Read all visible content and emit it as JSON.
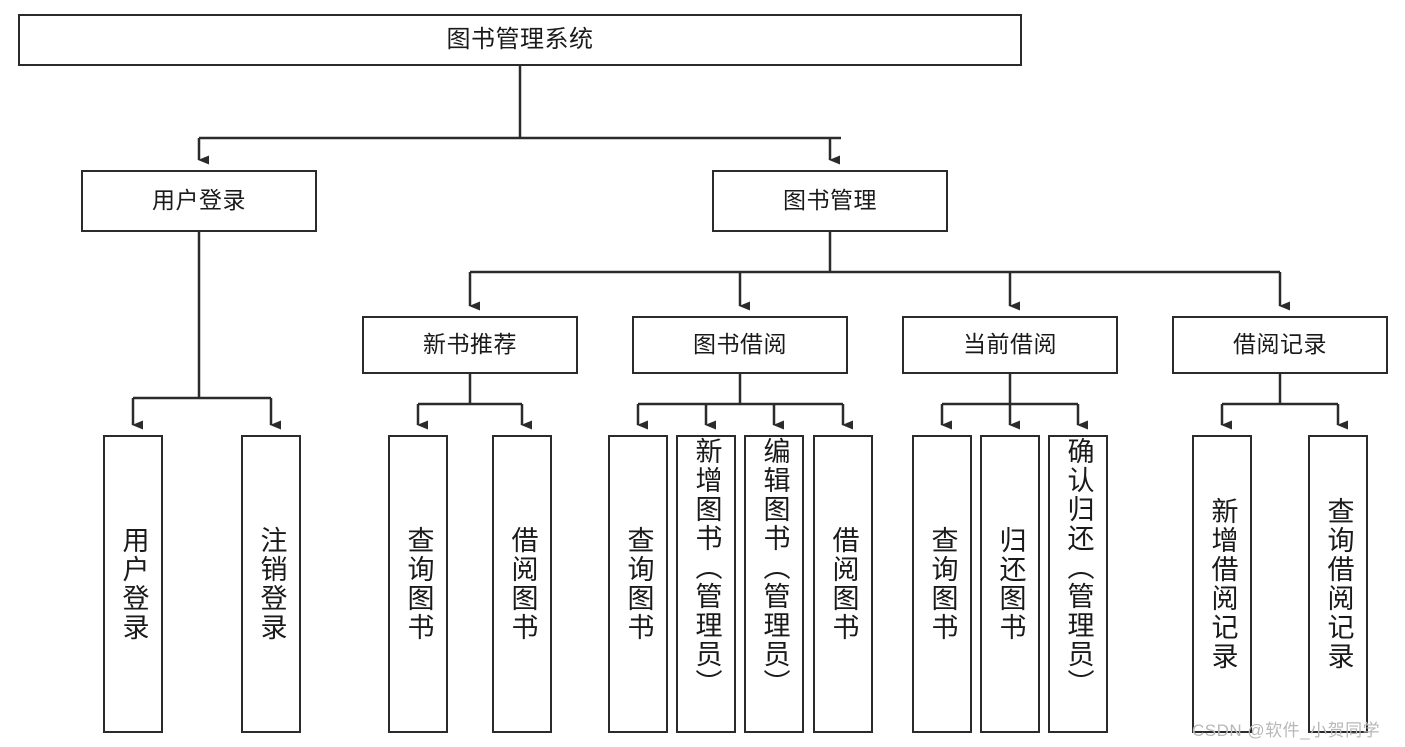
{
  "diagram": {
    "title": "图书管理系统",
    "watermark": "CSDN @软件_小贺同学",
    "style": {
      "border_color": "#2b2b2b",
      "fill_color": "#ffffff",
      "text_color": "#1a1a1a",
      "background": "#ffffff",
      "watermark_color": "#b8b8b8"
    },
    "nodes": {
      "root": {
        "label": "图书管理系统"
      },
      "level2": [
        {
          "id": "user_login",
          "label": "用户登录"
        },
        {
          "id": "book_mgmt",
          "label": "图书管理"
        }
      ],
      "level3": [
        {
          "id": "new_book_rec",
          "label": "新书推荐"
        },
        {
          "id": "book_borrow",
          "label": "图书借阅"
        },
        {
          "id": "current_borrow",
          "label": "当前借阅"
        },
        {
          "id": "borrow_record",
          "label": "借阅记录"
        }
      ],
      "leaves": [
        {
          "id": "leaf_user_login",
          "label": "用户登录",
          "parent": "user_login"
        },
        {
          "id": "leaf_user_logout",
          "label": "注销登录",
          "parent": "user_login"
        },
        {
          "id": "leaf_query_book_1",
          "label": "查询图书",
          "parent": "new_book_rec"
        },
        {
          "id": "leaf_borrow_book_1",
          "label": "借阅图书",
          "parent": "new_book_rec"
        },
        {
          "id": "leaf_query_book_2",
          "label": "查询图书",
          "parent": "book_borrow"
        },
        {
          "id": "leaf_add_book",
          "label": "新增图书（管理员）",
          "parent": "book_borrow"
        },
        {
          "id": "leaf_edit_book",
          "label": "编辑图书（管理员）",
          "parent": "book_borrow"
        },
        {
          "id": "leaf_borrow_book_2",
          "label": "借阅图书",
          "parent": "book_borrow"
        },
        {
          "id": "leaf_query_book_3",
          "label": "查询图书",
          "parent": "current_borrow"
        },
        {
          "id": "leaf_return_book",
          "label": "归还图书",
          "parent": "current_borrow"
        },
        {
          "id": "leaf_confirm_return",
          "label": "确认归还（管理员）",
          "parent": "current_borrow"
        },
        {
          "id": "leaf_add_record",
          "label": "新增借阅记录",
          "parent": "borrow_record"
        },
        {
          "id": "leaf_query_record",
          "label": "查询借阅记录",
          "parent": "borrow_record"
        }
      ]
    }
  }
}
